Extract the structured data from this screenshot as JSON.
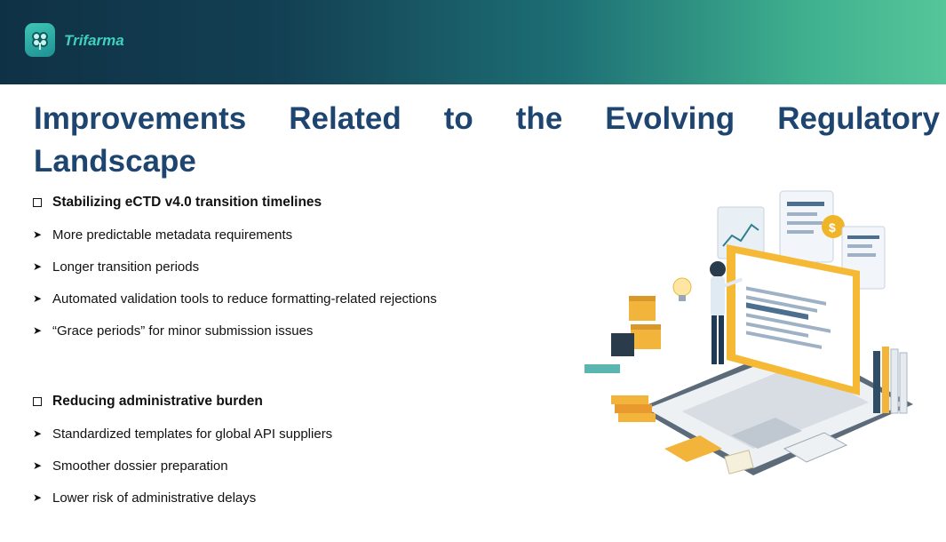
{
  "header": {
    "brand_name": "Trifarma",
    "logo_icon": "clover-leaf-icon",
    "gradient_colors": [
      "#0f3145",
      "#1d6f74",
      "#55c59a"
    ]
  },
  "title": {
    "words_line1": [
      "Improvements",
      "Related",
      "to",
      "the",
      "Evolving",
      "Regulatory"
    ],
    "line2": "Landscape",
    "color": "#1d4570"
  },
  "section1": {
    "heading": "Stabilizing eCTD v4.0 transition timelines",
    "bullets": [
      "More predictable metadata requirements",
      "Longer transition periods",
      "Automated validation tools to reduce formatting-related rejections",
      "“Grace periods” for minor submission issues"
    ]
  },
  "section2": {
    "heading": "Reducing administrative burden",
    "bullets": [
      "Standardized templates for global API suppliers",
      "Smoother dossier preparation",
      "Lower risk of administrative delays"
    ]
  },
  "illustration": {
    "icon": "laptop-documents-illustration"
  }
}
